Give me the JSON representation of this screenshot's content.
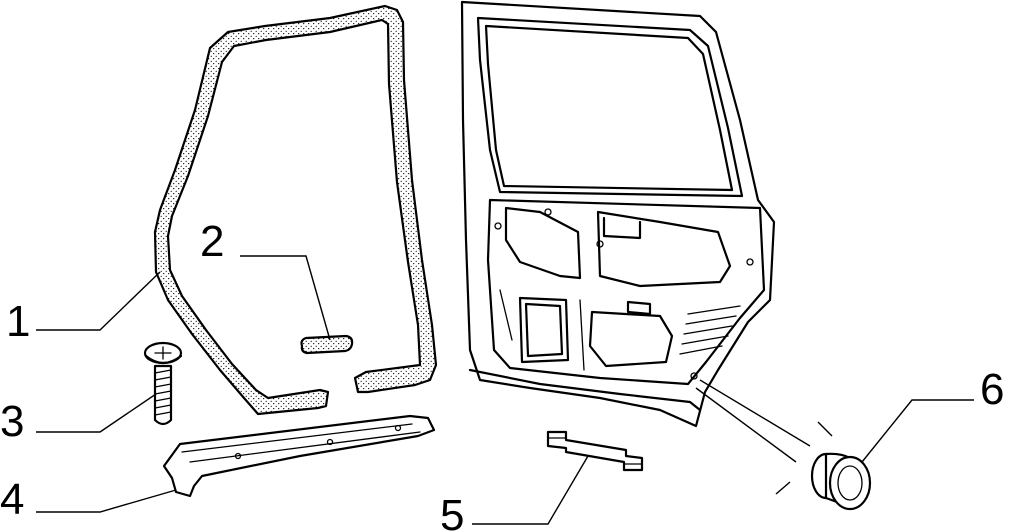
{
  "callouts": [
    {
      "id": "1",
      "label": "1"
    },
    {
      "id": "2",
      "label": "2"
    },
    {
      "id": "3",
      "label": "3"
    },
    {
      "id": "4",
      "label": "4"
    },
    {
      "id": "5",
      "label": "5"
    },
    {
      "id": "6",
      "label": "6"
    }
  ]
}
